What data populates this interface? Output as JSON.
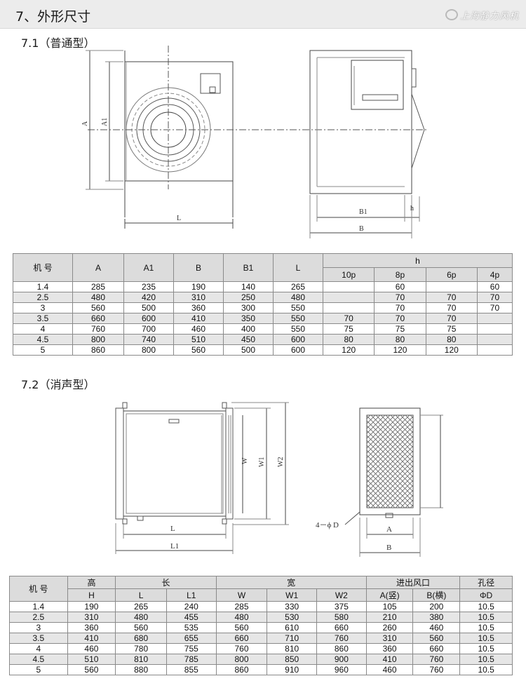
{
  "header": {
    "title": "7、外形尺寸",
    "brand": "上海静力风机"
  },
  "section1": {
    "title": "7.1（普通型）",
    "dims": {
      "A": "A",
      "A1": "A1",
      "L": "L",
      "B1": "B1",
      "B": "B",
      "h": "h"
    },
    "table": {
      "h_group": "h",
      "headers": [
        "机 号",
        "A",
        "A1",
        "B",
        "B1",
        "L"
      ],
      "h_sub": [
        "10p",
        "8p",
        "6p",
        "4p"
      ],
      "rows": [
        [
          "1.4",
          "285",
          "235",
          "190",
          "140",
          "265",
          "",
          "60",
          "",
          "60"
        ],
        [
          "2.5",
          "480",
          "420",
          "310",
          "250",
          "480",
          "",
          "70",
          "70",
          "70"
        ],
        [
          "3",
          "560",
          "500",
          "360",
          "300",
          "550",
          "",
          "70",
          "70",
          "70"
        ],
        [
          "3.5",
          "660",
          "600",
          "410",
          "350",
          "550",
          "70",
          "70",
          "70",
          ""
        ],
        [
          "4",
          "760",
          "700",
          "460",
          "400",
          "550",
          "75",
          "75",
          "75",
          ""
        ],
        [
          "4.5",
          "800",
          "740",
          "510",
          "450",
          "600",
          "80",
          "80",
          "80",
          ""
        ],
        [
          "5",
          "860",
          "800",
          "560",
          "500",
          "600",
          "120",
          "120",
          "120",
          ""
        ]
      ]
    }
  },
  "section2": {
    "title": "7.2（消声型）",
    "dims": {
      "W": "W",
      "W1": "W1",
      "W2": "W2",
      "L": "L",
      "L1": "L1",
      "hole": "4－ϕ D",
      "A": "A",
      "B": "B"
    },
    "table": {
      "col_label": "机 号",
      "groups": [
        "高",
        "长",
        "宽",
        "进出风口",
        "孔径"
      ],
      "sub": [
        "H",
        "L",
        "L1",
        "W",
        "W1",
        "W2",
        "A(竖)",
        "B(横)",
        "ΦD"
      ],
      "rows": [
        [
          "1.4",
          "190",
          "265",
          "240",
          "285",
          "330",
          "375",
          "105",
          "200",
          "10.5"
        ],
        [
          "2.5",
          "310",
          "480",
          "455",
          "480",
          "530",
          "580",
          "210",
          "380",
          "10.5"
        ],
        [
          "3",
          "360",
          "560",
          "535",
          "560",
          "610",
          "660",
          "260",
          "460",
          "10.5"
        ],
        [
          "3.5",
          "410",
          "680",
          "655",
          "660",
          "710",
          "760",
          "310",
          "560",
          "10.5"
        ],
        [
          "4",
          "460",
          "780",
          "755",
          "760",
          "810",
          "860",
          "360",
          "660",
          "10.5"
        ],
        [
          "4.5",
          "510",
          "810",
          "785",
          "800",
          "850",
          "900",
          "410",
          "760",
          "10.5"
        ],
        [
          "5",
          "560",
          "880",
          "855",
          "860",
          "910",
          "960",
          "460",
          "760",
          "10.5"
        ]
      ]
    }
  }
}
